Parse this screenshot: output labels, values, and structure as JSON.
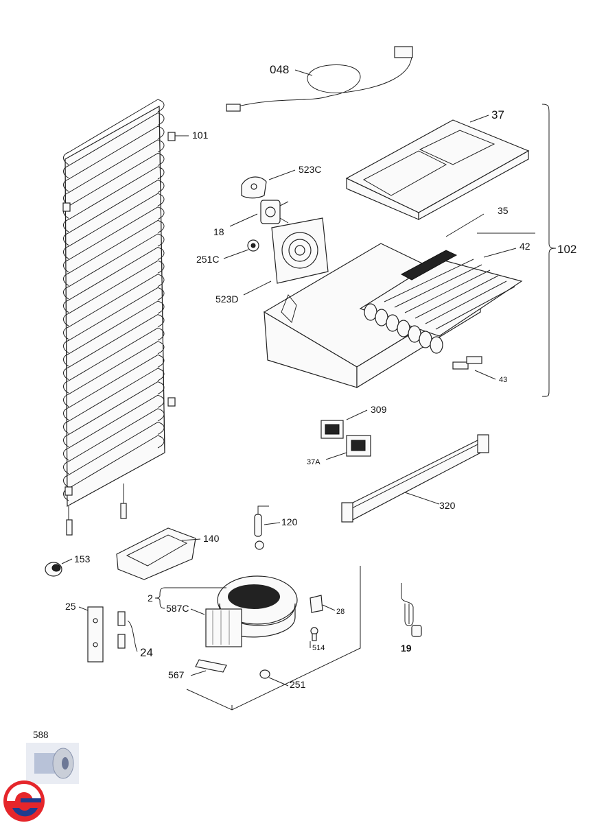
{
  "parts": {
    "p048": "048",
    "p37": "37",
    "p101": "101",
    "p523C": "523C",
    "p18": "18",
    "p251C": "251C",
    "p523D": "523D",
    "p35": "35",
    "p42": "42",
    "p102": "102",
    "p43": "43",
    "p309": "309",
    "p37A": "37A",
    "p320": "320",
    "p120": "120",
    "p140": "140",
    "p153": "153",
    "p2": "2",
    "p587C": "587C",
    "p28": "28",
    "p514": "514",
    "p19": "19",
    "p25": "25",
    "p24": "24",
    "p567": "567",
    "p251": "251",
    "p588": "588"
  },
  "colors": {
    "logo_red": "#e5262b",
    "logo_blue": "#1f3c8f",
    "part_fill": "#c9ced8"
  },
  "icons": {
    "logo": "brand-logo-icon"
  }
}
